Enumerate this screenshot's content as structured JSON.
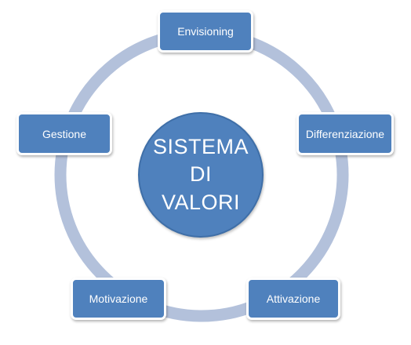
{
  "diagram": {
    "center_label": "SISTEMA\nDI\nVALORI",
    "nodes": [
      {
        "label": "Envisioning"
      },
      {
        "label": "Differenziazione"
      },
      {
        "label": "Attivazione"
      },
      {
        "label": "Motivazione"
      },
      {
        "label": "Gestione"
      }
    ]
  },
  "colors": {
    "node_fill": "#4f81bd",
    "ring": "#b3c1db",
    "text": "#ffffff"
  }
}
